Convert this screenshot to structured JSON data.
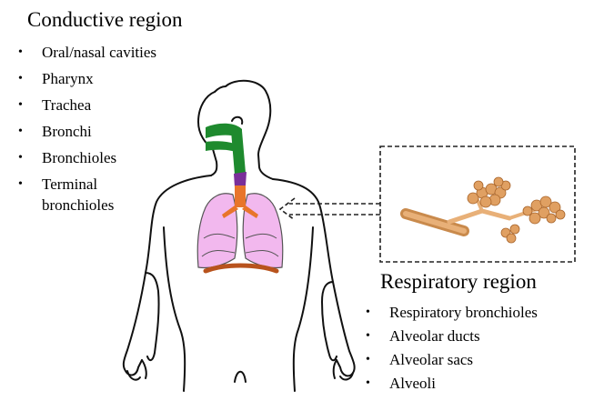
{
  "conductive": {
    "title": "Conductive region",
    "items": [
      "Oral/nasal cavities",
      "Pharynx",
      "Trachea",
      "Bronchi",
      "Bronchioles",
      "Terminal bronchioles"
    ]
  },
  "respiratory": {
    "title": "Respiratory region",
    "items": [
      "Respiratory bronchioles",
      "Alveolar ducts",
      "Alveolar sacs",
      "Alveoli"
    ]
  },
  "colors": {
    "airway": "#1e8a2e",
    "larynx": "#7a2f9a",
    "trachea": "#e8752b",
    "lungs": "#f2b8ee",
    "diaphragm": "#b8531d",
    "alveoli": "#e0a062"
  }
}
